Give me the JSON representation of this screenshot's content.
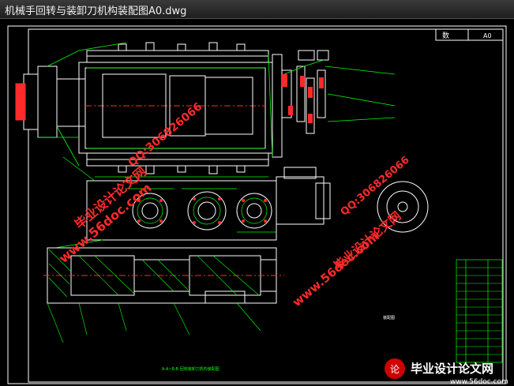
{
  "window": {
    "title": "机械手回转与装卸刀机构装配图A0.dwg"
  },
  "drawing": {
    "title_block_cell_1": "数",
    "title_block_cell_2": "A0",
    "section_label": "A-A~B-B 回转装卸刀机构装配图",
    "bottom_note": "装配图",
    "colors": {
      "background": "#000000",
      "frame": "#ffffff",
      "geometry": "#ffffff",
      "dimensions": "#00ff00",
      "hatch": "#00ff00",
      "accent_red": "#ff2a2a",
      "accent_cyan": "#00e5ff"
    }
  },
  "watermarks": {
    "site_url": "www.56doc.com",
    "brand_cn": "毕业设计论文网",
    "qq": "QQ:306826066",
    "footer_brand": "毕业设计论文网",
    "footer_url": "www.56doc.com"
  }
}
